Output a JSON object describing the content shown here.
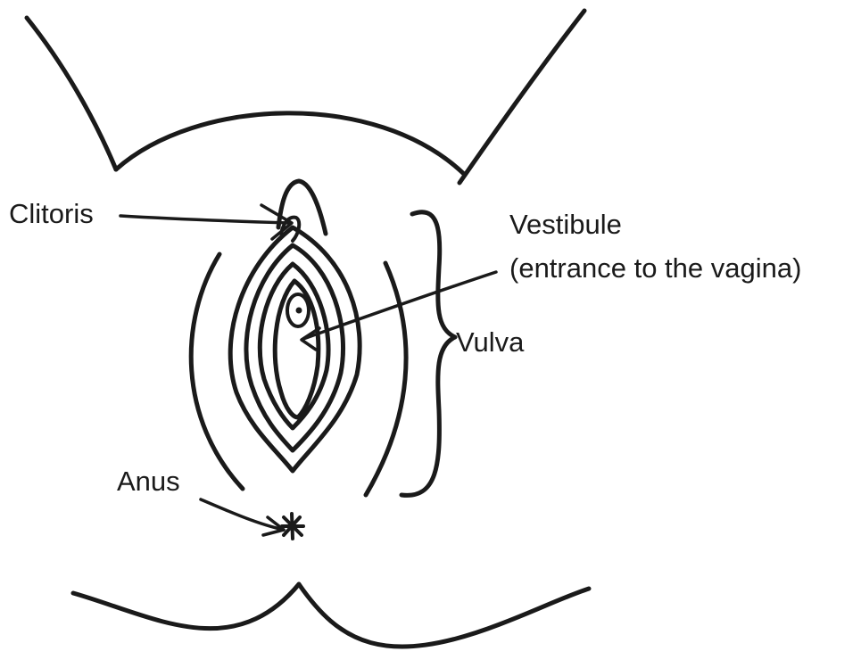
{
  "labels": {
    "clitoris": "Clitoris",
    "vestibule_line1": "Vestibule",
    "vestibule_line2": "(entrance to the vagina)",
    "vulva": "Vulva",
    "anus": "Anus"
  },
  "colors": {
    "ink": "#1a1a1a",
    "background": "#ffffff"
  }
}
